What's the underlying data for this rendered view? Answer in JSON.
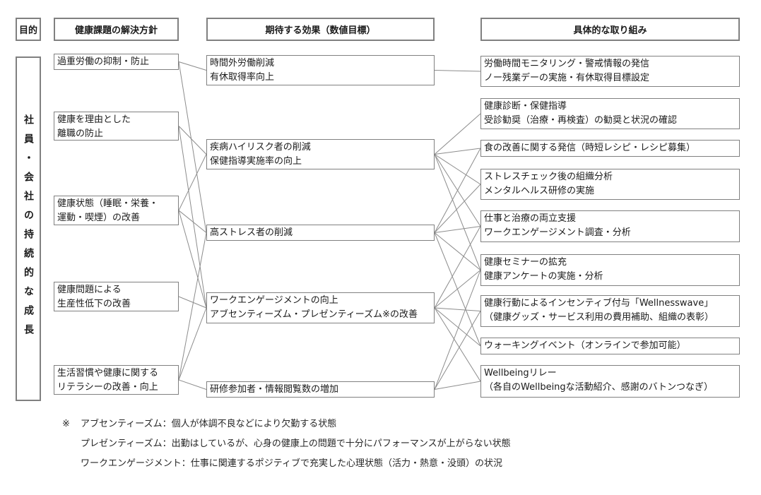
{
  "colors": {
    "background": "#ffffff",
    "box_border": "#808080",
    "connector": "#8c8c8c",
    "text": "#1a1a1a"
  },
  "headers": {
    "purpose": "目的",
    "solutions": "健康課題の解決方針",
    "effects": "期待する効果（数値目標）",
    "initiatives": "具体的な取り組み"
  },
  "purpose": {
    "vertical_text": "社員・会社の持続的な成長"
  },
  "columns": {
    "solutions": [
      {
        "lines": [
          "過重労働の抑制・防止"
        ]
      },
      {
        "lines": [
          "健康を理由とした",
          "離職の防止"
        ]
      },
      {
        "lines": [
          "健康状態（睡眠・栄養・",
          "運動・喫煙）の改善"
        ]
      },
      {
        "lines": [
          "健康問題による",
          "生産性低下の改善"
        ]
      },
      {
        "lines": [
          "生活習慣や健康に関する",
          "リテラシーの改善・向上"
        ]
      }
    ],
    "effects": [
      {
        "lines": [
          "時間外労働削減",
          "有休取得率向上"
        ]
      },
      {
        "lines": [
          "疾病ハイリスク者の削減",
          "保健指導実施率の向上"
        ]
      },
      {
        "lines": [
          "高ストレス者の削減"
        ]
      },
      {
        "lines": [
          "ワークエンゲージメントの向上",
          "アブセンティーズム・プレゼンティーズム※の改善"
        ]
      },
      {
        "lines": [
          "研修参加者・情報閲覧数の増加"
        ]
      }
    ],
    "initiatives": [
      {
        "lines": [
          "労働時間モニタリング・警戒情報の発信",
          "ノー残業デーの実施・有休取得目標設定"
        ]
      },
      {
        "lines": [
          "健康診断・保健指導",
          "受診勧奨（治療・再検査）の勧奨と状況の確認"
        ]
      },
      {
        "lines": [
          "食の改善に関する発信（時短レシピ・レシピ募集）"
        ]
      },
      {
        "lines": [
          "ストレスチェック後の組織分析",
          "メンタルヘルス研修の実施"
        ]
      },
      {
        "lines": [
          "仕事と治療の両立支援",
          "ワークエンゲージメント調査・分析"
        ]
      },
      {
        "lines": [
          "健康セミナーの拡充",
          "健康アンケートの実施・分析"
        ]
      },
      {
        "lines": [
          "健康行動によるインセンティブ付与「Wellnesswave」",
          "（健康グッズ・サービス利用の費用補助、組織の表彰）"
        ]
      },
      {
        "lines": [
          "ウォーキングイベント（オンラインで参加可能）"
        ]
      },
      {
        "lines": [
          "Wellbeingリレー",
          "（各自のWellbeingな活動紹介、感謝のバトンつなぎ）"
        ]
      }
    ]
  },
  "connections": {
    "solutions_to_effects": [
      [
        0,
        0
      ],
      [
        0,
        2
      ],
      [
        1,
        1
      ],
      [
        1,
        3
      ],
      [
        2,
        1
      ],
      [
        2,
        2
      ],
      [
        2,
        3
      ],
      [
        3,
        3
      ],
      [
        4,
        2
      ],
      [
        4,
        3
      ],
      [
        4,
        4
      ]
    ],
    "effects_to_initiatives": [
      [
        0,
        0
      ],
      [
        1,
        1
      ],
      [
        1,
        2
      ],
      [
        1,
        3
      ],
      [
        1,
        4
      ],
      [
        1,
        5
      ],
      [
        2,
        2
      ],
      [
        2,
        3
      ],
      [
        2,
        4
      ],
      [
        2,
        5
      ],
      [
        2,
        7
      ],
      [
        3,
        4
      ],
      [
        3,
        5
      ],
      [
        3,
        6
      ],
      [
        3,
        7
      ],
      [
        3,
        8
      ],
      [
        4,
        5
      ],
      [
        4,
        6
      ],
      [
        4,
        8
      ]
    ]
  },
  "footnotes": {
    "marker": "※",
    "lines": [
      "アブセンティーズム：個人が体調不良などにより欠勤する状態",
      "プレゼンティーズム：出勤はしているが、心身の健康上の問題で十分にパフォーマンスが上がらない状態",
      "ワークエンゲージメント：仕事に関連するポジティブで充実した心理状態（活力・熱意・没頭）の状況"
    ]
  }
}
